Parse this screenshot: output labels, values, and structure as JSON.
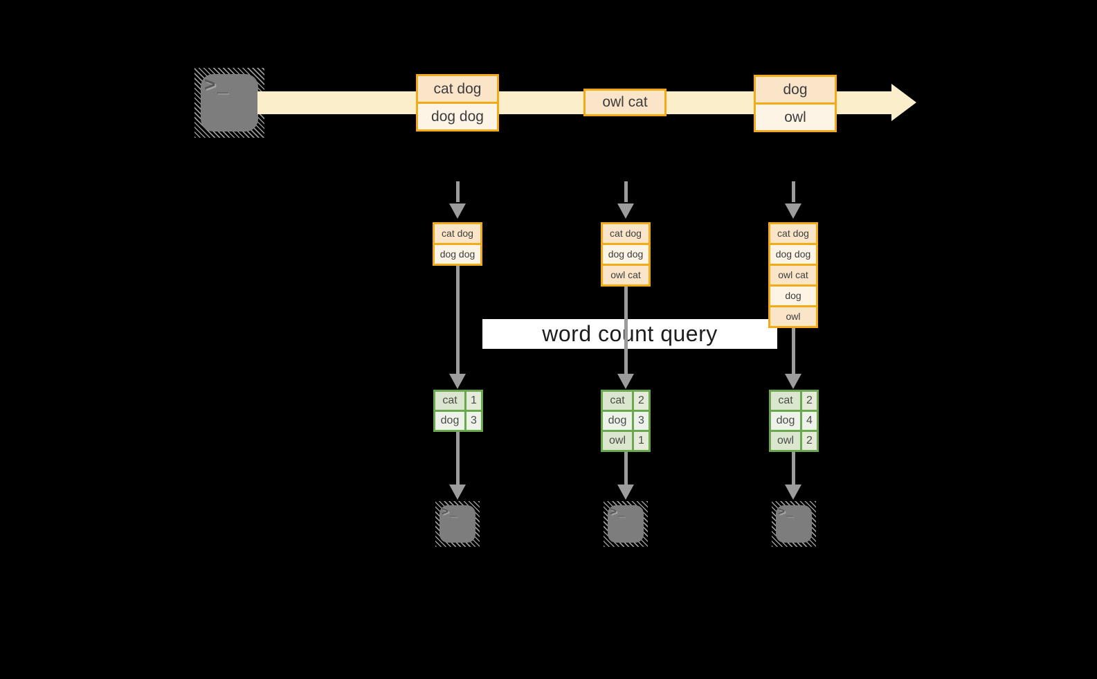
{
  "colors": {
    "background": "#000000",
    "orange_border": "#F2AB16",
    "cell_peach": "#FBE5C9",
    "cell_cream": "#FDF4E6",
    "stream_fill": "#FBEFCB",
    "green_border": "#6AA84F",
    "green_cell_dark": "#DBE6CE",
    "green_cell_num_dark": "#E4ECD9",
    "green_cell_light": "#EEF3EA",
    "arrow_gray": "#9C9C9C",
    "terminal_gray": "#7D7D7D",
    "query_band_bg": "#FFFFFF",
    "query_text": "#1D1D1D",
    "box_text": "#3C3C3C"
  },
  "stream": {
    "events": [
      {
        "lines": [
          "cat dog",
          "dog dog"
        ]
      },
      {
        "lines": [
          "owl cat"
        ]
      },
      {
        "lines": [
          "dog",
          "owl"
        ]
      }
    ]
  },
  "query": {
    "label": "word count query"
  },
  "columns": [
    {
      "state": [
        "cat dog",
        "dog dog"
      ],
      "counts": [
        {
          "word": "cat",
          "count": "1"
        },
        {
          "word": "dog",
          "count": "3"
        }
      ]
    },
    {
      "state": [
        "cat dog",
        "dog dog",
        "owl cat"
      ],
      "counts": [
        {
          "word": "cat",
          "count": "2"
        },
        {
          "word": "dog",
          "count": "3"
        },
        {
          "word": "owl",
          "count": "1"
        }
      ]
    },
    {
      "state": [
        "cat dog",
        "dog dog",
        "owl cat",
        "dog",
        "owl"
      ],
      "counts": [
        {
          "word": "cat",
          "count": "2"
        },
        {
          "word": "dog",
          "count": "4"
        },
        {
          "word": "owl",
          "count": "2"
        }
      ]
    }
  ],
  "terminal": {
    "glyph": ">_"
  }
}
